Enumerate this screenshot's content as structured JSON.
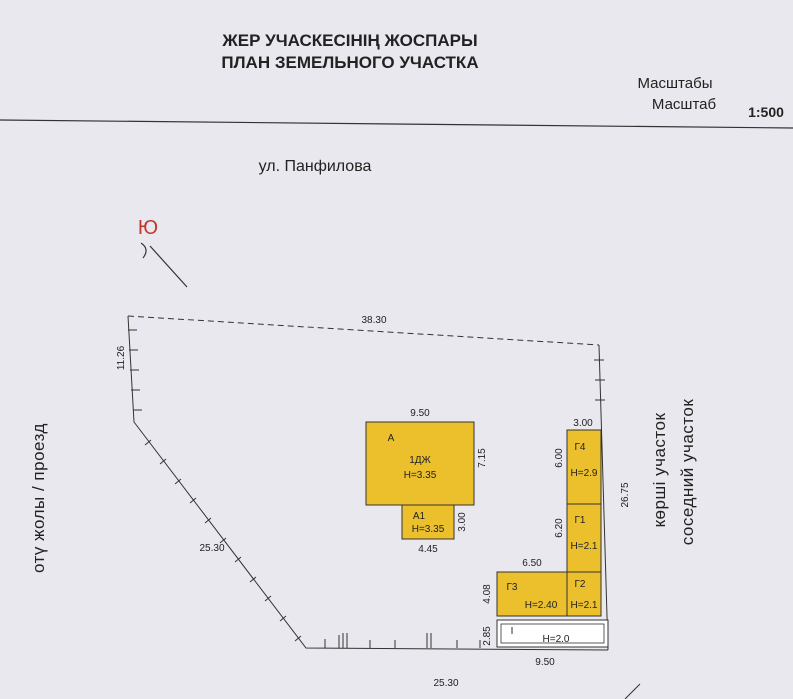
{
  "header": {
    "title_kz": "ЖЕР УЧАСКЕСІНІҢ ЖОСПАРЫ",
    "title_ru": "ПЛАН ЗЕМЕЛЬНОГО УЧАСТКА",
    "scale_label_kz": "Масштабы",
    "scale_label_ru": "Масштаб",
    "scale_value": "1:500"
  },
  "street": "ул. Панфилова",
  "north_mark": "Ю",
  "side_left": "отү жолы / проезд",
  "side_right_kz": "көршi участок",
  "side_right_ru": "соседний участок",
  "dimensions": {
    "top": "38.30",
    "left": "11.26",
    "diagonal": "25.30",
    "bottom": "25.30",
    "right": "26.75"
  },
  "buildings": {
    "main": {
      "letter": "А",
      "name": "1ДЖ",
      "height": "H=3.35",
      "width": "9.50",
      "depth": "7.15"
    },
    "a1": {
      "name": "А1",
      "height": "H=3.35",
      "width": "4.45",
      "depth": "3.00"
    },
    "g4": {
      "name": "Г4",
      "height": "H=2.9",
      "top": "3.00",
      "side": "6.00"
    },
    "g1": {
      "name": "Г1",
      "height": "H=2.1",
      "side": "6.20"
    },
    "g3": {
      "name": "Г3",
      "height": "H=2.40",
      "top": "6.50",
      "side": "4.08"
    },
    "g2": {
      "name": "Г2",
      "height": "H=2.1"
    },
    "i": {
      "name": "I",
      "height": "H=2.0",
      "width": "9.50",
      "side": "2.85"
    }
  },
  "colors": {
    "building_fill": "#ebc02c",
    "background": "#e9e8ee",
    "north_mark": "#c0392b"
  }
}
